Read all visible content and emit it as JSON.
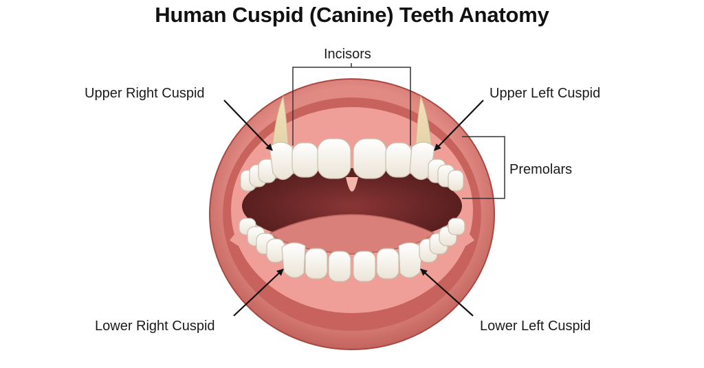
{
  "title": "Human Cuspid (Canine) Teeth Anatomy",
  "labels": {
    "incisors": "Incisors",
    "upper_right_cuspid": "Upper Right Cuspid",
    "upper_left_cuspid": "Upper Left Cuspid",
    "premolars": "Premolars",
    "lower_right_cuspid": "Lower Right Cuspid",
    "lower_left_cuspid": "Lower Left Cuspid"
  },
  "colors": {
    "lips": "#d4716c",
    "lip_shade": "#b9544f",
    "gums": "#ef9f98",
    "mouth_interior": "#6e2a2a",
    "tongue": "#d9807a",
    "tooth": "#f7f3ea",
    "tooth_edge": "#c9bfae",
    "root": "#ecdcb8",
    "line": "#222222"
  }
}
